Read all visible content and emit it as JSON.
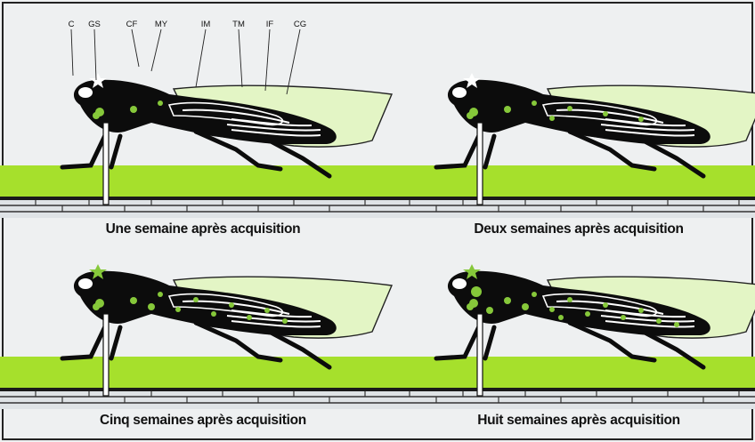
{
  "figure": {
    "colors": {
      "background": "#eef0f1",
      "frame": "#222222",
      "insect": "#0c0c0c",
      "wing": "#e3f5c5",
      "infection": "#86c83a",
      "plant": "#a6e02c",
      "stem": "#ffffff"
    },
    "part_labels": [
      "C",
      "GS",
      "CF",
      "MY",
      "IM",
      "TM",
      "IF",
      "CG"
    ],
    "panels": [
      {
        "caption": "Une semaine après acquisition",
        "spread": 1
      },
      {
        "caption": "Deux semaines après acquisition",
        "spread": 2
      },
      {
        "caption": "Cinq semaines après acquisition",
        "spread": 3
      },
      {
        "caption": "Huit semaines après acquisition",
        "spread": 4
      }
    ]
  }
}
